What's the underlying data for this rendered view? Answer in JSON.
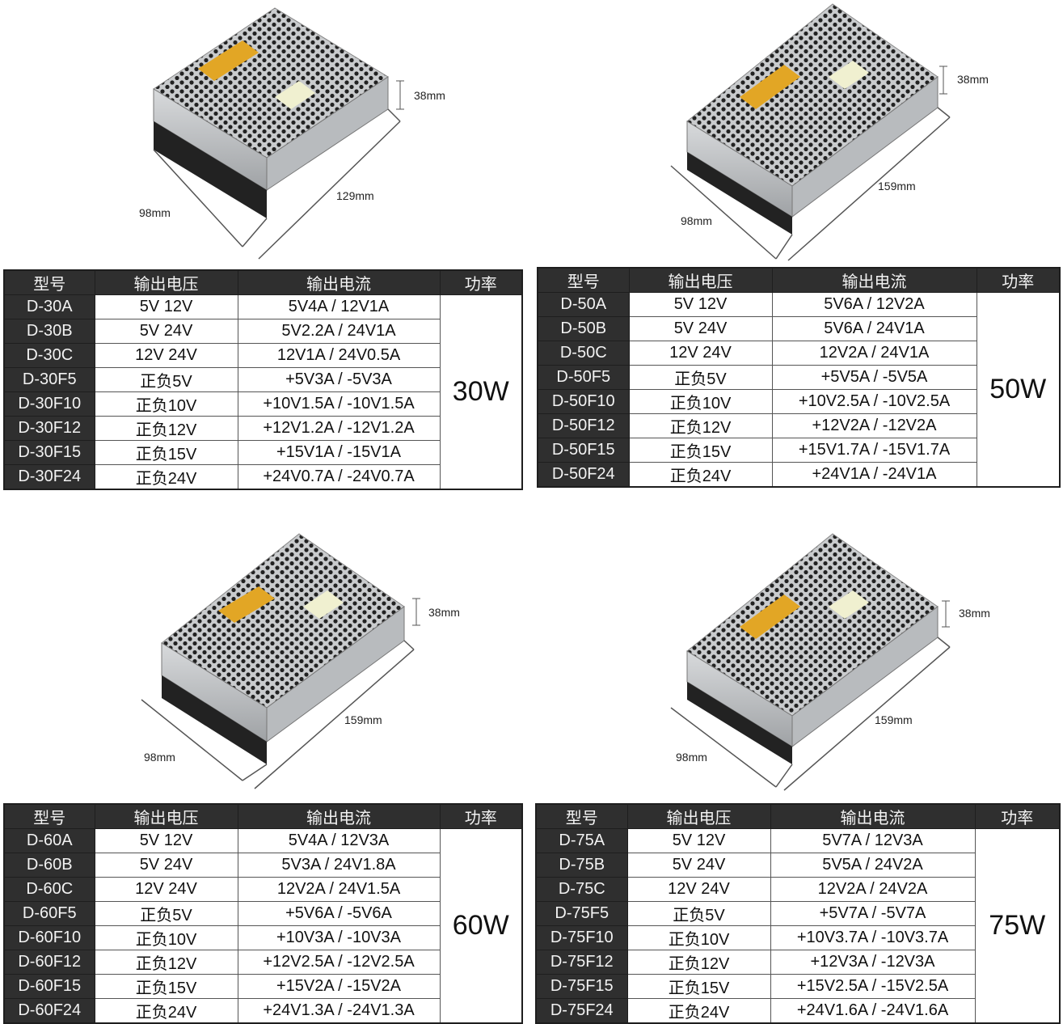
{
  "headers": {
    "model": "型号",
    "voltage": "输出电压",
    "current": "输出电流",
    "power": "功率"
  },
  "panels": [
    {
      "dims": {
        "height": "38mm",
        "length": "129mm",
        "width": "98mm"
      },
      "power": "30W",
      "rows": [
        {
          "model": "D-30A",
          "voltage": "5V 12V",
          "current": "5V4A / 12V1A"
        },
        {
          "model": "D-30B",
          "voltage": "5V 24V",
          "current": "5V2.2A / 24V1A"
        },
        {
          "model": "D-30C",
          "voltage": "12V 24V",
          "current": "12V1A / 24V0.5A"
        },
        {
          "model": "D-30F5",
          "voltage": "正负5V",
          "current": "+5V3A / -5V3A"
        },
        {
          "model": "D-30F10",
          "voltage": "正负10V",
          "current": "+10V1.5A / -10V1.5A"
        },
        {
          "model": "D-30F12",
          "voltage": "正负12V",
          "current": "+12V1.2A / -12V1.2A"
        },
        {
          "model": "D-30F15",
          "voltage": "正负15V",
          "current": "+15V1A / -15V1A"
        },
        {
          "model": "D-30F24",
          "voltage": "正负24V",
          "current": "+24V0.7A / -24V0.7A"
        }
      ]
    },
    {
      "dims": {
        "height": "38mm",
        "length": "159mm",
        "width": "98mm"
      },
      "power": "50W",
      "rows": [
        {
          "model": "D-50A",
          "voltage": "5V 12V",
          "current": "5V6A / 12V2A"
        },
        {
          "model": "D-50B",
          "voltage": "5V 24V",
          "current": "5V6A / 24V1A"
        },
        {
          "model": "D-50C",
          "voltage": "12V 24V",
          "current": "12V2A / 24V1A"
        },
        {
          "model": "D-50F5",
          "voltage": "正负5V",
          "current": "+5V5A / -5V5A"
        },
        {
          "model": "D-50F10",
          "voltage": "正负10V",
          "current": "+10V2.5A / -10V2.5A"
        },
        {
          "model": "D-50F12",
          "voltage": "正负12V",
          "current": "+12V2A / -12V2A"
        },
        {
          "model": "D-50F15",
          "voltage": "正负15V",
          "current": "+15V1.7A / -15V1.7A"
        },
        {
          "model": "D-50F24",
          "voltage": "正负24V",
          "current": "+24V1A / -24V1A"
        }
      ]
    },
    {
      "dims": {
        "height": "38mm",
        "length": "159mm",
        "width": "98mm"
      },
      "power": "60W",
      "rows": [
        {
          "model": "D-60A",
          "voltage": "5V 12V",
          "current": "5V4A / 12V3A"
        },
        {
          "model": "D-60B",
          "voltage": "5V 24V",
          "current": "5V3A / 24V1.8A"
        },
        {
          "model": "D-60C",
          "voltage": "12V 24V",
          "current": "12V2A / 24V1.5A"
        },
        {
          "model": "D-60F5",
          "voltage": "正负5V",
          "current": "+5V6A / -5V6A"
        },
        {
          "model": "D-60F10",
          "voltage": "正负10V",
          "current": "+10V3A / -10V3A"
        },
        {
          "model": "D-60F12",
          "voltage": "正负12V",
          "current": "+12V2.5A / -12V2.5A"
        },
        {
          "model": "D-60F15",
          "voltage": "正负15V",
          "current": "+15V2A / -15V2A"
        },
        {
          "model": "D-60F24",
          "voltage": "正负24V",
          "current": "+24V1.3A / -24V1.3A"
        }
      ]
    },
    {
      "dims": {
        "height": "38mm",
        "length": "159mm",
        "width": "98mm"
      },
      "power": "75W",
      "rows": [
        {
          "model": "D-75A",
          "voltage": "5V 12V",
          "current": "5V7A / 12V3A"
        },
        {
          "model": "D-75B",
          "voltage": "5V 24V",
          "current": "5V5A / 24V2A"
        },
        {
          "model": "D-75C",
          "voltage": "12V 24V",
          "current": "12V2A / 24V2A"
        },
        {
          "model": "D-75F5",
          "voltage": "正负5V",
          "current": "+5V7A / -5V7A"
        },
        {
          "model": "D-75F10",
          "voltage": "正负10V",
          "current": "+10V3.7A / -10V3.7A"
        },
        {
          "model": "D-75F12",
          "voltage": "正负12V",
          "current": "+12V3A / -12V3A"
        },
        {
          "model": "D-75F15",
          "voltage": "正负15V",
          "current": "+15V2.5A / -15V2.5A"
        },
        {
          "model": "D-75F24",
          "voltage": "正负24V",
          "current": "+24V1.6A / -24V1.6A"
        }
      ]
    }
  ]
}
